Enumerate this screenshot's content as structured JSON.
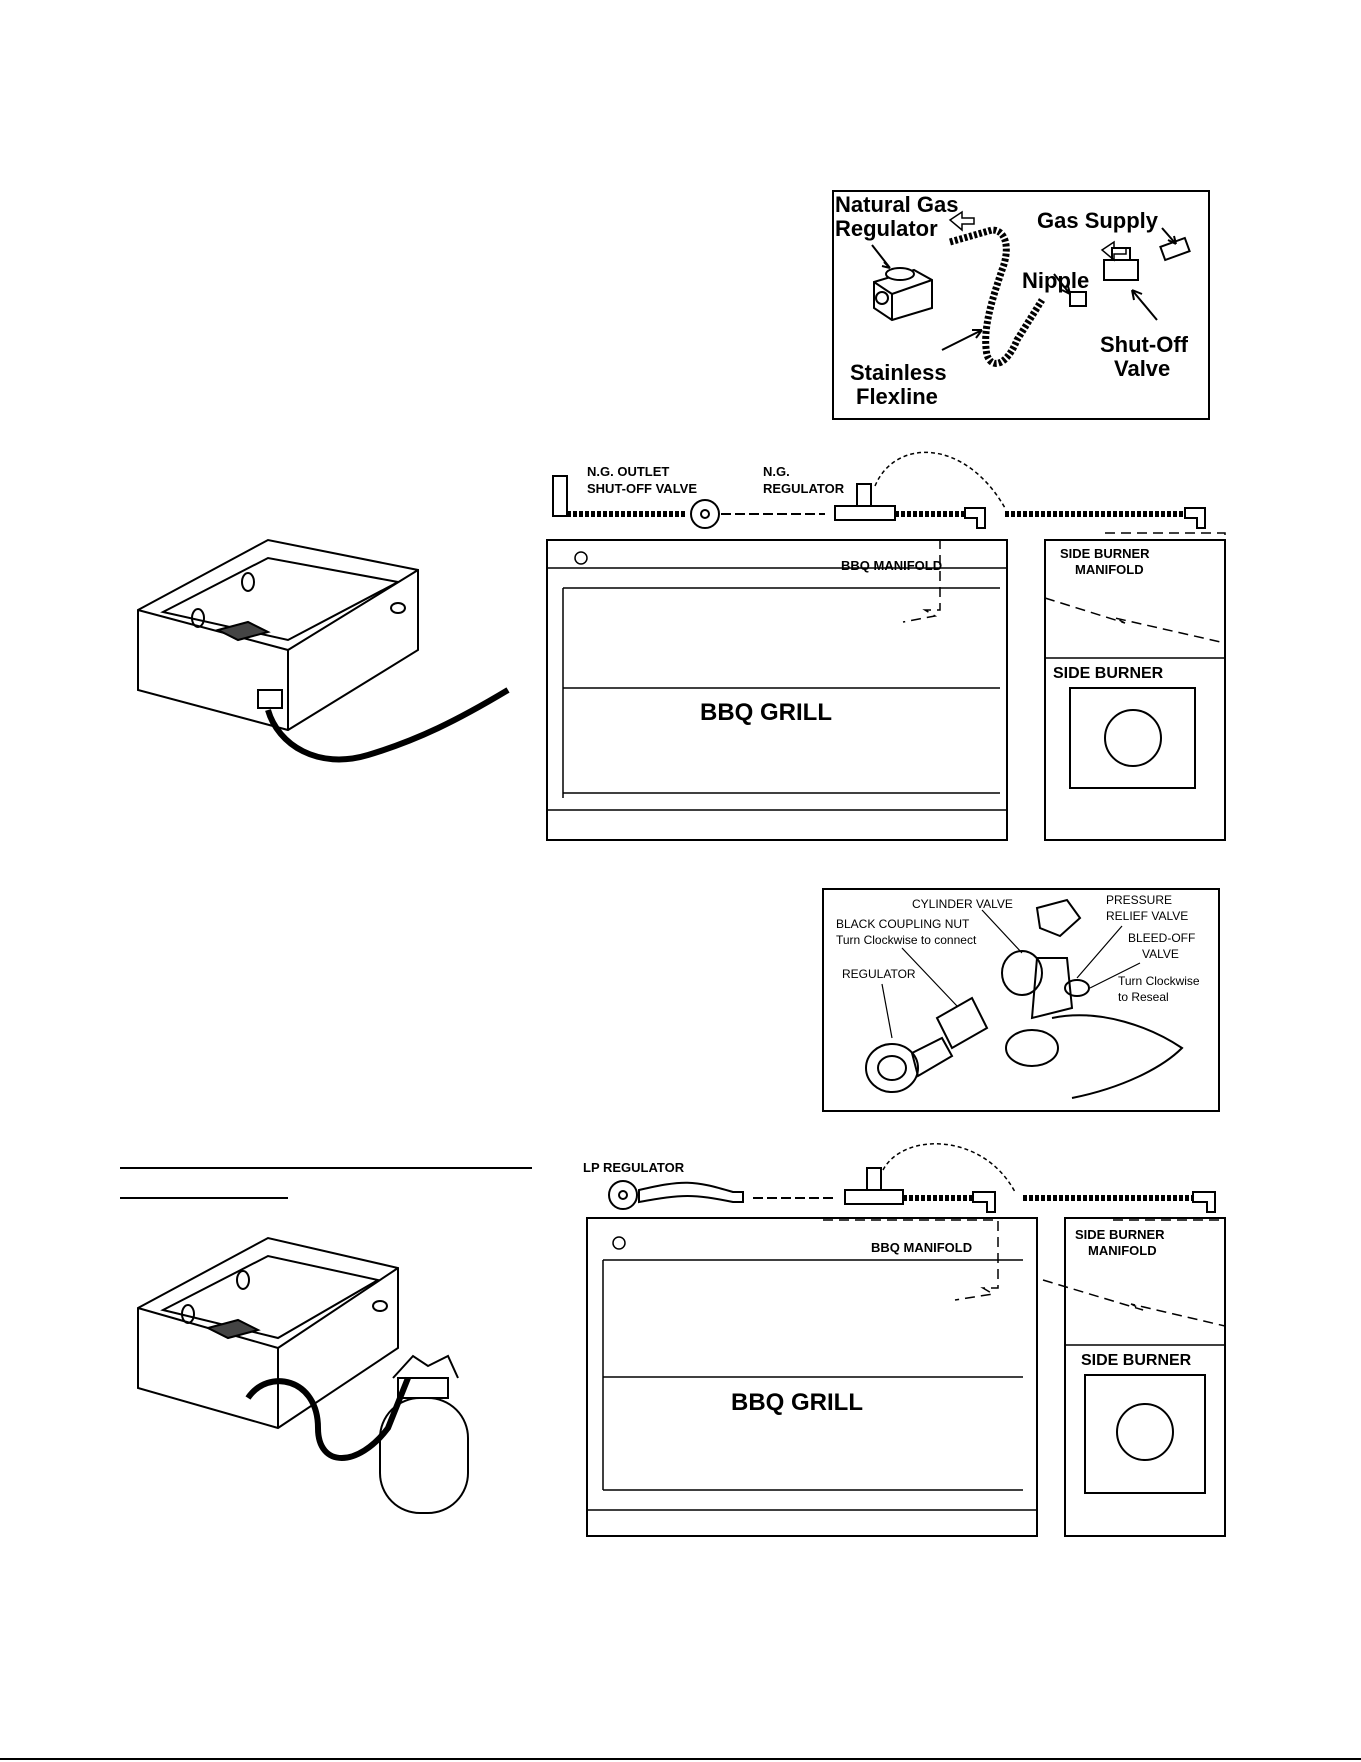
{
  "ng_inset": {
    "labels": {
      "regulator_l1": "Natural Gas",
      "regulator_l2": "Regulator",
      "gas_supply": "Gas Supply",
      "nipple": "Nipple",
      "shutoff_l1": "Shut-Off",
      "shutoff_l2": "Valve",
      "flexline_l1": "Stainless",
      "flexline_l2": "Flexline"
    }
  },
  "ng_layout": {
    "labels": {
      "outlet_l1": "N.G. OUTLET",
      "outlet_l2": "SHUT-OFF VALVE",
      "regulator_l1": "N.G.",
      "regulator_l2": "REGULATOR",
      "bbq_manifold": "BBQ MANIFOLD",
      "side_manifold_l1": "SIDE BURNER",
      "side_manifold_l2": "MANIFOLD",
      "side_burner": "SIDE BURNER",
      "grill": "BBQ GRILL"
    }
  },
  "lp_inset": {
    "labels": {
      "cylinder_valve": "CYLINDER VALVE",
      "pressure_l1": "PRESSURE",
      "pressure_l2": "RELIEF VALVE",
      "coupling_l1": "BLACK COUPLING NUT",
      "coupling_l2": "Turn Clockwise to connect",
      "bleed_l1": "BLEED-OFF",
      "bleed_l2": "VALVE",
      "regulator": "REGULATOR",
      "reseal_l1": "Turn Clockwise",
      "reseal_l2": "to Reseal"
    }
  },
  "lp_layout": {
    "labels": {
      "lp_regulator": "LP REGULATOR",
      "bbq_manifold": "BBQ MANIFOLD",
      "side_manifold_l1": "SIDE BURNER",
      "side_manifold_l2": "MANIFOLD",
      "side_burner": "SIDE BURNER",
      "grill": "BBQ GRILL"
    }
  }
}
